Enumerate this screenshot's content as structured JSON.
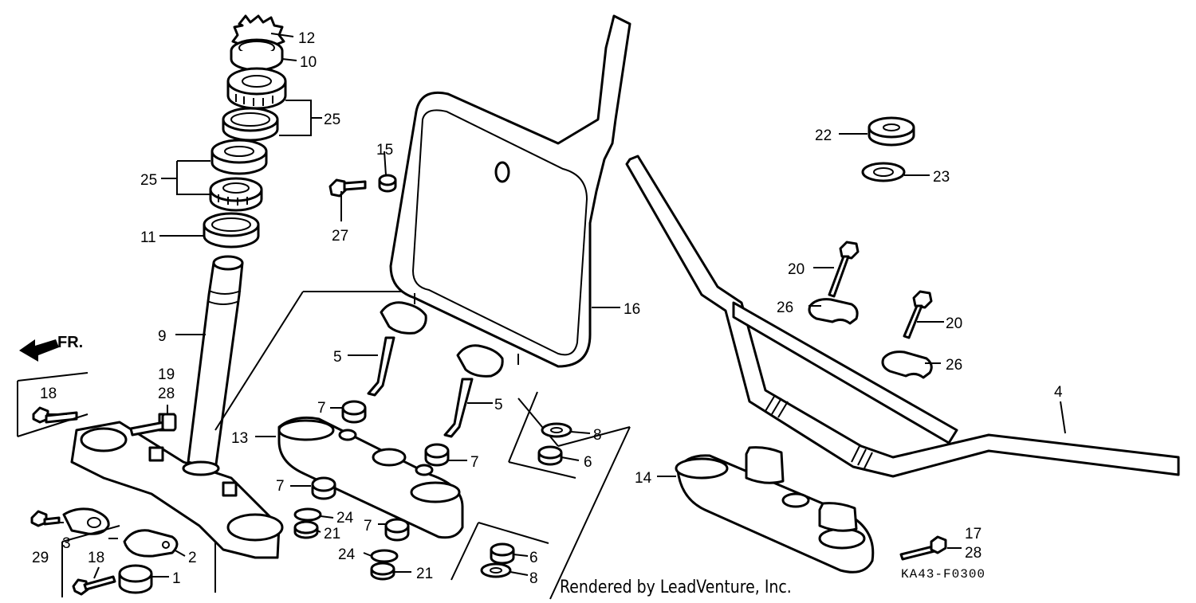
{
  "callouts": {
    "c1": "1",
    "c2": "2",
    "c3": "3",
    "c4": "4",
    "c5a": "5",
    "c5b": "5",
    "c6a": "6",
    "c6b": "6",
    "c7a": "7",
    "c7b": "7",
    "c7c": "7",
    "c7d": "7",
    "c8a": "8",
    "c8b": "8",
    "c9": "9",
    "c10": "10",
    "c11": "11",
    "c12": "12",
    "c13": "13",
    "c14": "14",
    "c15": "15",
    "c16": "16",
    "c17": "17",
    "c18a": "18",
    "c18b": "18",
    "c19": "19",
    "c20a": "20",
    "c20b": "20",
    "c21a": "21",
    "c21b": "21",
    "c22": "22",
    "c23": "23",
    "c24a": "24",
    "c24b": "24",
    "c25a": "25",
    "c25b": "25",
    "c26a": "26",
    "c26b": "26",
    "c27": "27",
    "c28a": "28",
    "c28b": "28",
    "c29": "29"
  },
  "direction_label": "FR.",
  "diagram_code": "KA43-F0300",
  "credit": "Rendered by LeadVenture, Inc."
}
